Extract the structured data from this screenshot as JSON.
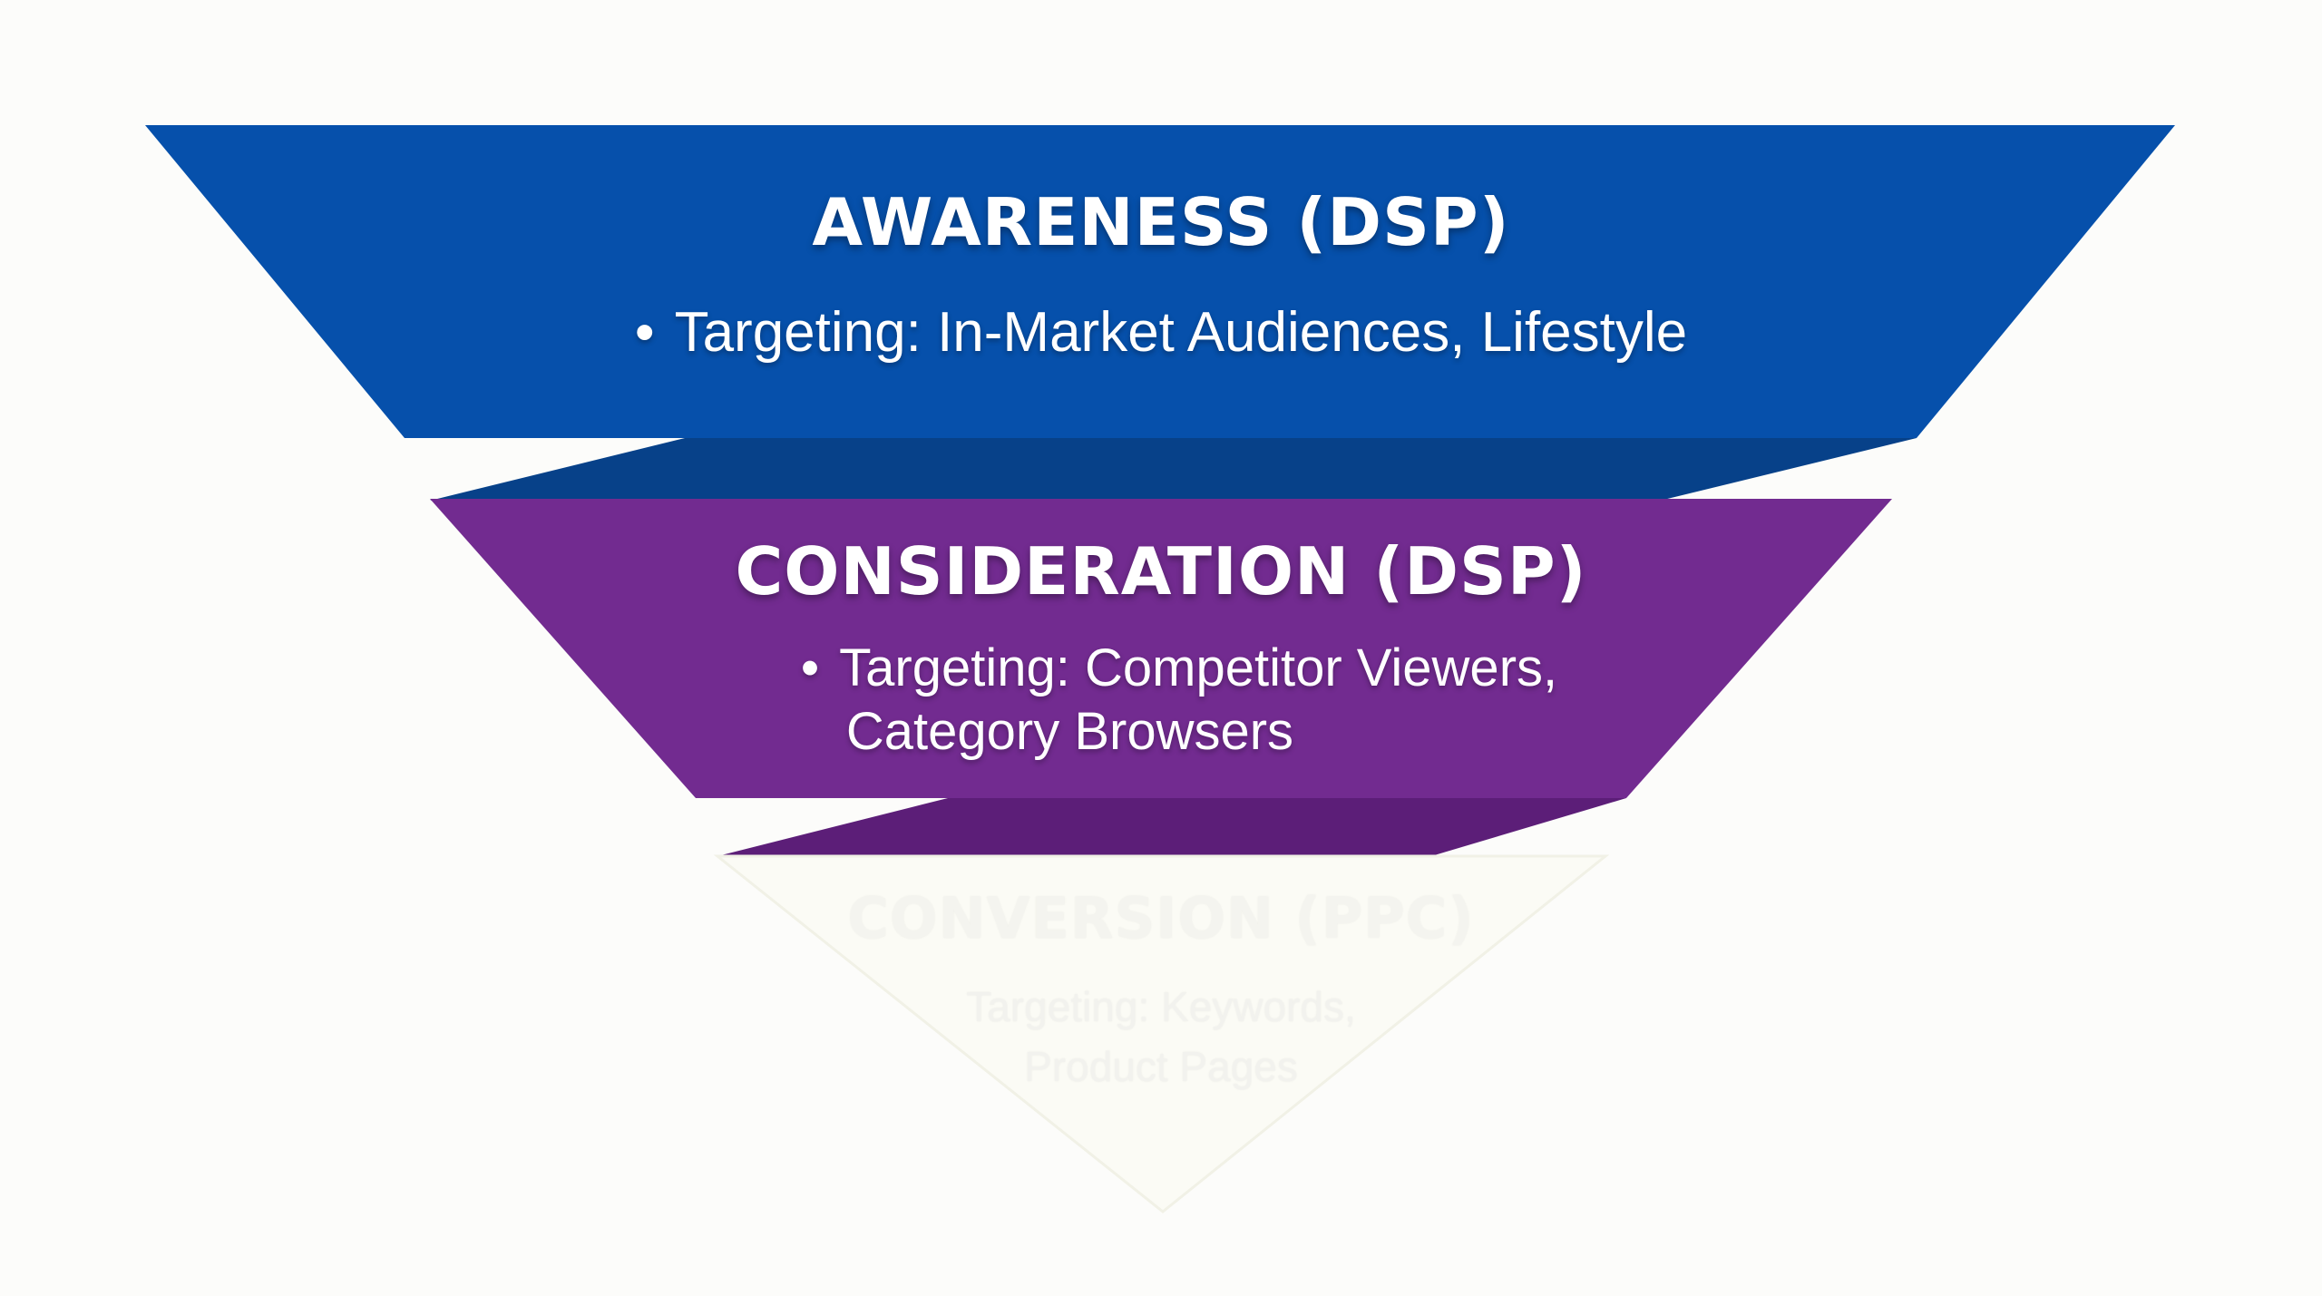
{
  "funnel": {
    "stages": [
      {
        "title": "AWARENESS (DSP)",
        "bullet": "•",
        "detail": "Targeting: In-Market Audiences, Lifestyle",
        "color": "#0650ab",
        "connector_color": "#074189"
      },
      {
        "title": "CONSIDERATION (DSP)",
        "bullet": "•",
        "detail_line1": "Targeting: Competitor Viewers,",
        "detail_line2": "Category Browsers",
        "color": "#722b90",
        "connector_color": "#5c1e78"
      },
      {
        "title": "CONVERSION (PPC)",
        "detail_line1": "Targeting: Keywords,",
        "detail_line2": "Product Pages",
        "color": "#fbfbf5"
      }
    ]
  }
}
